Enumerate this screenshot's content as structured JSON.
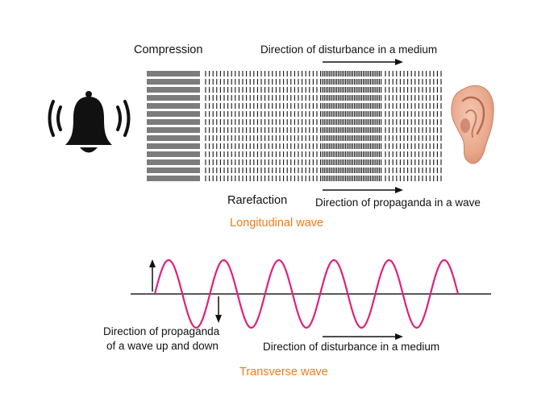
{
  "longitudinal": {
    "label_compression": "Compression",
    "label_rarefaction": "Rarefaction",
    "label_disturbance": "Direction of disturbance in a medium",
    "label_propagation": "Direction of propaganda in a wave",
    "title": "Longitudinal wave"
  },
  "transverse": {
    "label_up_down_line1": "Direction of propaganda",
    "label_up_down_line2": "of a wave up and down",
    "label_disturbance": "Direction of disturbance in a medium",
    "title": "Transverse wave",
    "wave_color": "#e0217a",
    "cycles": 5.5
  },
  "colors": {
    "title": "#f07b1a",
    "ink": "#111111"
  },
  "icons": {
    "left": "bell-ringing-icon",
    "right": "ear-icon"
  }
}
